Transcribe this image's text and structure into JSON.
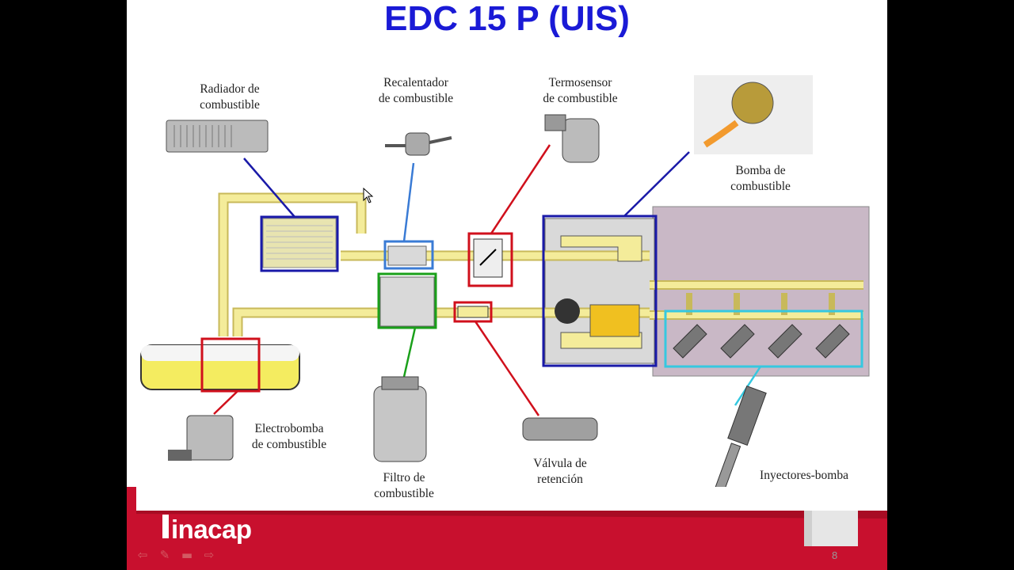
{
  "slide": {
    "title": "EDC 15 P (UIS)",
    "page_number": "8"
  },
  "labels": {
    "radiador": [
      "Radiador de",
      "combustible"
    ],
    "recalentador": [
      "Recalentador",
      "de combustible"
    ],
    "termosensor": [
      "Termosensor",
      "de combustible"
    ],
    "bomba": [
      "Bomba de",
      "combustible"
    ],
    "electrobomba": [
      "Electrobomba",
      "de combustible"
    ],
    "filtro": [
      "Filtro de",
      "combustible"
    ],
    "valvula": [
      "Válvula de",
      "retención"
    ],
    "inyectores": [
      "Inyectores-bomba"
    ]
  },
  "footer": {
    "brand": "inacap"
  },
  "colors": {
    "title": "#1a1ad6",
    "fuel_line": "#f0e68c",
    "fuel_line_border": "#c8b95a",
    "highlight_blue": "#1a1aa8",
    "highlight_lightblue": "#3a7bd5",
    "highlight_red": "#d0101c",
    "highlight_green": "#1aa01a",
    "highlight_cyan": "#35c8e0",
    "engine_block": "#c9b8c6",
    "footer_red": "#c8102e"
  },
  "nav_icons": [
    "back-arrow-icon",
    "pen-icon",
    "menu-icon",
    "forward-arrow-icon"
  ]
}
